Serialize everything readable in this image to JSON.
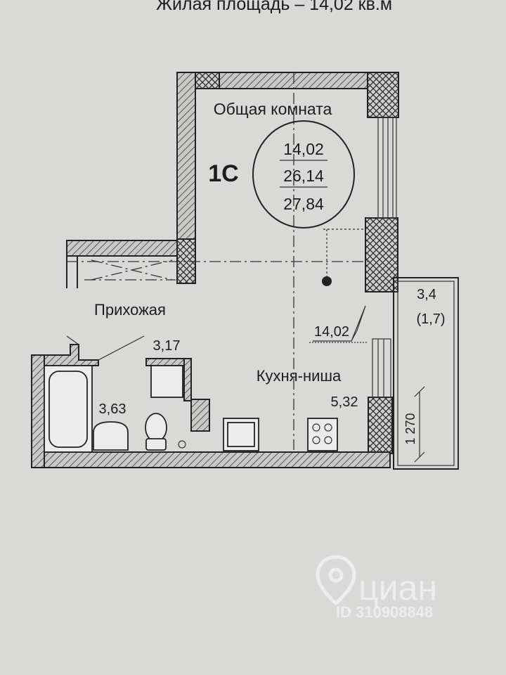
{
  "header": {
    "text": "Жилая площадь – 14,02 кв.м"
  },
  "plan": {
    "unit_code": "1С",
    "area_circle": {
      "living": "14,02",
      "total": "26,14",
      "total_with_balcony": "27,84"
    },
    "rooms": {
      "main_room": {
        "name": "Общая комната"
      },
      "hall": {
        "name": "Прихожая",
        "area": "3,17"
      },
      "bathroom": {
        "area": "3,63"
      },
      "kitchen_niche": {
        "name": "Кухня-ниша",
        "area": "5,32"
      },
      "room_callout": {
        "area": "14,02"
      },
      "balcony": {
        "area": "3,4",
        "reduced_area": "(1,7)"
      }
    },
    "dimension": {
      "balcony_height": "1 270"
    }
  },
  "watermark": {
    "brand": "циан",
    "listing_id": "ID 310908848"
  }
}
